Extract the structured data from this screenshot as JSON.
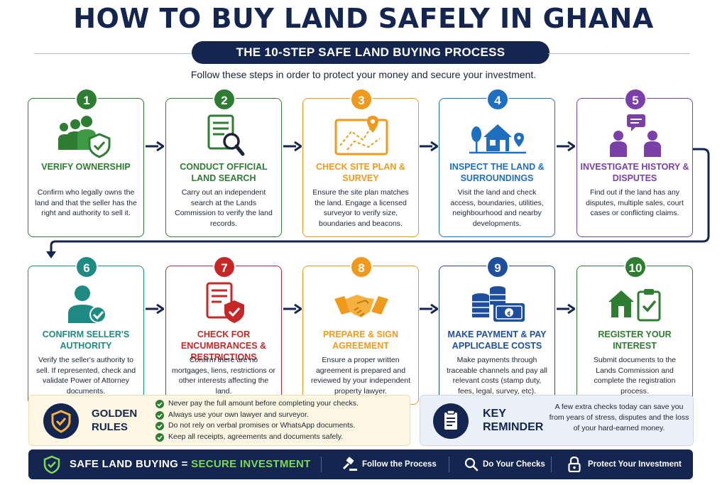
{
  "header": {
    "title": "HOW TO BUY LAND SAFELY IN GHANA",
    "subtitle": "THE 10-STEP SAFE LAND BUYING PROCESS",
    "intro": "Follow these steps in order to protect your money and secure your investment."
  },
  "steps": [
    {
      "number": "1",
      "title": "VERIFY OWNERSHIP",
      "desc": "Confirm who legally owns the land and that the seller has the right and authority to sell it.",
      "color": "#2e7d32",
      "icon": "people-shield-icon"
    },
    {
      "number": "2",
      "title": "CONDUCT OFFICIAL LAND SEARCH",
      "desc": "Carry out an independent search at the Lands Commission to verify the land records.",
      "color": "#2e7d32",
      "icon": "document-search-icon"
    },
    {
      "number": "3",
      "title": "CHECK SITE PLAN & SURVEY",
      "desc": "Ensure the site plan matches the land. Engage a licensed surveyor to verify size, boundaries and beacons.",
      "color": "#ef9a1c",
      "icon": "site-map-icon"
    },
    {
      "number": "4",
      "title": "INSPECT THE LAND & SURROUNDINGS",
      "desc": "Visit the land and check access, boundaries, utilities, neighbourhood and nearby developments.",
      "color": "#1e6fbf",
      "icon": "house-location-icon"
    },
    {
      "number": "5",
      "title": "INVESTIGATE HISTORY & DISPUTES",
      "desc": "Find out if the land has any disputes, multiple sales, court cases or conflicting claims.",
      "color": "#7b3fa8",
      "icon": "people-talking-icon"
    },
    {
      "number": "6",
      "title": "CONFIRM SELLER'S AUTHORITY",
      "desc": "Verify the seller's authority to sell. If represented, check and validate Power of Attorney documents.",
      "color": "#1f8a84",
      "icon": "person-check-icon"
    },
    {
      "number": "7",
      "title": "CHECK FOR ENCUMBRANCES & RESTRICTIONS",
      "desc": "Confirm there are no mortgages, liens, restrictions or other interests affecting the land.",
      "color": "#c62828",
      "icon": "document-shield-icon"
    },
    {
      "number": "8",
      "title": "PREPARE & SIGN AGREEMENT",
      "desc": "Ensure a proper written agreement is prepared and reviewed by your independent property lawyer.",
      "color": "#ef9a1c",
      "icon": "handshake-icon"
    },
    {
      "number": "9",
      "title": "MAKE PAYMENT & PAY APPLICABLE COSTS",
      "desc": "Make payments through traceable channels and pay all relevant costs (stamp duty, fees, legal, survey, etc).",
      "color": "#1e4f9c",
      "icon": "money-coins-icon"
    },
    {
      "number": "10",
      "title": "REGISTER YOUR INTEREST",
      "desc": "Submit documents to the Lands Commission and complete the registration process.",
      "color": "#2e7d32",
      "icon": "house-clipboard-icon"
    }
  ],
  "golden_rules": {
    "label_line1": "GOLDEN",
    "label_line2": "RULES",
    "items": [
      "Never pay the full amount before completing your checks.",
      "Always use your own lawyer and surveyor.",
      "Do not rely on verbal promises or WhatsApp documents.",
      "Keep all receipts, agreements and documents safely."
    ]
  },
  "key_reminder": {
    "label_line1": "KEY",
    "label_line2": "REMINDER",
    "text": "A few extra checks today can save you from years of stress, disputes and the loss of your hard-earned money."
  },
  "footer": {
    "slogan_part1": "SAFE LAND BUYING =",
    "slogan_part2": "SECURE INVESTMENT",
    "item1": "Follow the Process",
    "item2": "Do Your Checks",
    "item3": "Protect Your Investment"
  }
}
